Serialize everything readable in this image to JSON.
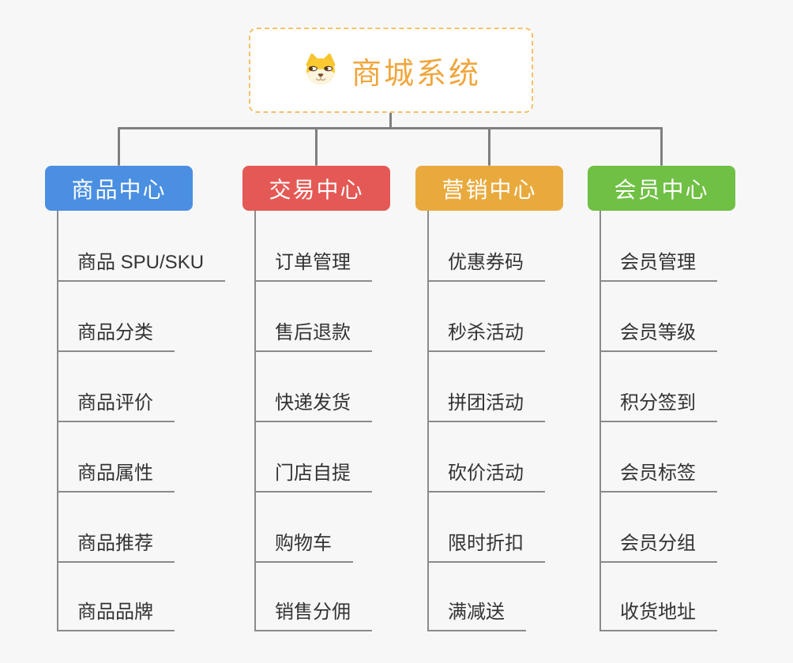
{
  "page": {
    "background": "#f7f7f7"
  },
  "root": {
    "title": "商城系统",
    "icon": "shiba-dog-icon",
    "text_color": "#f0a63c",
    "border_color": "#f5c06a",
    "fill": "#ffffff"
  },
  "connector": {
    "color": "#7f7f7f"
  },
  "branches": [
    {
      "label": "商品中心",
      "color": "#4a8fe2",
      "children": [
        "商品 SPU/SKU",
        "商品分类",
        "商品评价",
        "商品属性",
        "商品推荐",
        "商品品牌"
      ]
    },
    {
      "label": "交易中心",
      "color": "#e45955",
      "children": [
        "订单管理",
        "售后退款",
        "快递发货",
        "门店自提",
        "购物车",
        "销售分佣"
      ]
    },
    {
      "label": "营销中心",
      "color": "#e9aa3d",
      "children": [
        "优惠券码",
        "秒杀活动",
        "拼团活动",
        "砍价活动",
        "限时折扣",
        "满减送"
      ]
    },
    {
      "label": "会员中心",
      "color": "#6fc044",
      "children": [
        "会员管理",
        "会员等级",
        "积分签到",
        "会员标签",
        "会员分组",
        "收货地址"
      ]
    }
  ]
}
